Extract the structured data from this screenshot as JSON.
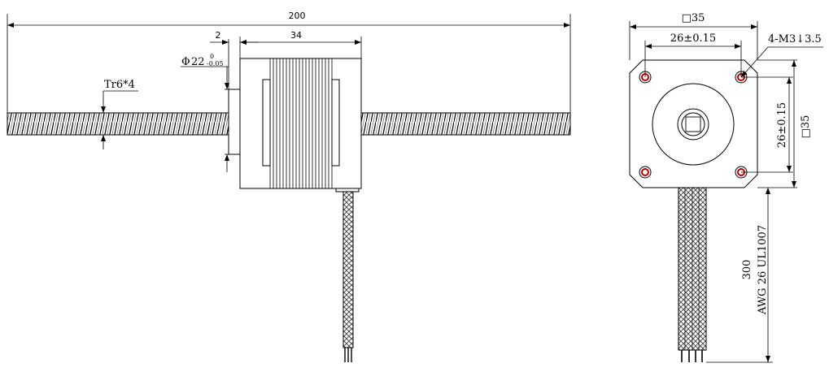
{
  "side_view": {
    "overall_length": "200",
    "flange_offset": "2",
    "body_length": "34",
    "pilot_diameter": {
      "symbol": "Φ",
      "value": "22",
      "upper_tol": "0",
      "lower_tol": "-0.05"
    },
    "thread_label": "Tr6*4"
  },
  "front_view": {
    "frame_size": "□35",
    "hole_spacing_h": "26±0.15",
    "hole_spacing_v": "26±0.15",
    "mount_holes": "4-M3↓3.5",
    "frame_size_side": "□35",
    "lead_length": "300",
    "lead_spec": "AWG 26 UL1007"
  },
  "colors": {
    "line": "#000000",
    "hole_ring": "#c00000",
    "cable": "#555555"
  }
}
